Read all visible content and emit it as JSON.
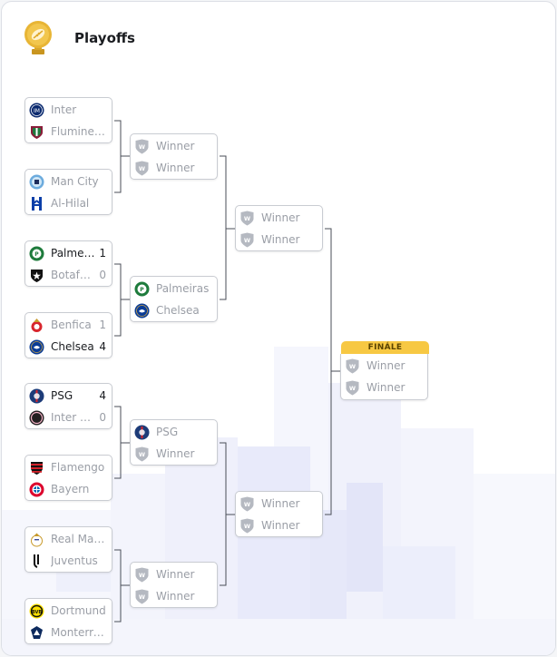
{
  "header": {
    "title": "Playoffs",
    "icon": "trophy-icon"
  },
  "final_label": "FINÁLE",
  "colors": {
    "final_badge": "#f7c843",
    "card_border": "#c9ccd2",
    "text_primary": "#1a1c20",
    "text_muted": "#9a9ea6"
  },
  "round1": [
    {
      "teams": [
        {
          "name": "Inter",
          "logo": "inter-icon",
          "score": ""
        },
        {
          "name": "Fluminense",
          "logo": "fluminense-icon",
          "score": ""
        }
      ]
    },
    {
      "teams": [
        {
          "name": "Man City",
          "logo": "man-city-icon",
          "score": ""
        },
        {
          "name": "Al-Hilal",
          "logo": "al-hilal-icon",
          "score": ""
        }
      ]
    },
    {
      "teams": [
        {
          "name": "Palmeiras",
          "logo": "palmeiras-icon",
          "score": "1",
          "win": true
        },
        {
          "name": "Botafogo",
          "logo": "botafogo-icon",
          "score": "0"
        }
      ]
    },
    {
      "teams": [
        {
          "name": "Benfica",
          "logo": "benfica-icon",
          "score": "1"
        },
        {
          "name": "Chelsea",
          "logo": "chelsea-icon",
          "score": "4",
          "win": true
        }
      ]
    },
    {
      "teams": [
        {
          "name": "PSG",
          "logo": "psg-icon",
          "score": "4",
          "win": true
        },
        {
          "name": "Inter Miami",
          "logo": "inter-miami-icon",
          "score": "0"
        }
      ]
    },
    {
      "teams": [
        {
          "name": "Flamengo",
          "logo": "flamengo-icon",
          "score": ""
        },
        {
          "name": "Bayern",
          "logo": "bayern-icon",
          "score": ""
        }
      ]
    },
    {
      "teams": [
        {
          "name": "Real Madrid",
          "logo": "real-madrid-icon",
          "score": ""
        },
        {
          "name": "Juventus",
          "logo": "juventus-icon",
          "score": ""
        }
      ]
    },
    {
      "teams": [
        {
          "name": "Dortmund",
          "logo": "dortmund-icon",
          "score": ""
        },
        {
          "name": "Monterrey",
          "logo": "monterrey-icon",
          "score": ""
        }
      ]
    }
  ],
  "round2": [
    {
      "teams": [
        {
          "name": "Winner",
          "logo": "winner-shield-icon",
          "score": ""
        },
        {
          "name": "Winner",
          "logo": "winner-shield-icon",
          "score": ""
        }
      ]
    },
    {
      "teams": [
        {
          "name": "Palmeiras",
          "logo": "palmeiras-icon",
          "score": ""
        },
        {
          "name": "Chelsea",
          "logo": "chelsea-icon",
          "score": ""
        }
      ]
    },
    {
      "teams": [
        {
          "name": "PSG",
          "logo": "psg-icon",
          "score": ""
        },
        {
          "name": "Winner",
          "logo": "winner-shield-icon",
          "score": ""
        }
      ]
    },
    {
      "teams": [
        {
          "name": "Winner",
          "logo": "winner-shield-icon",
          "score": ""
        },
        {
          "name": "Winner",
          "logo": "winner-shield-icon",
          "score": ""
        }
      ]
    }
  ],
  "round3": [
    {
      "teams": [
        {
          "name": "Winner",
          "logo": "winner-shield-icon",
          "score": ""
        },
        {
          "name": "Winner",
          "logo": "winner-shield-icon",
          "score": ""
        }
      ]
    },
    {
      "teams": [
        {
          "name": "Winner",
          "logo": "winner-shield-icon",
          "score": ""
        },
        {
          "name": "Winner",
          "logo": "winner-shield-icon",
          "score": ""
        }
      ]
    }
  ],
  "final": [
    {
      "teams": [
        {
          "name": "Winner",
          "logo": "winner-shield-icon",
          "score": ""
        },
        {
          "name": "Winner",
          "logo": "winner-shield-icon",
          "score": ""
        }
      ]
    }
  ]
}
